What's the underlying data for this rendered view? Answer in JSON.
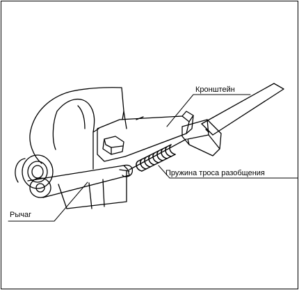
{
  "labels": {
    "bracket": "Кронштейн",
    "spring": "Пружина троса разобщения",
    "lever": "Рычаг"
  },
  "style": {
    "line_color": "#000000",
    "background": "#ffffff"
  }
}
